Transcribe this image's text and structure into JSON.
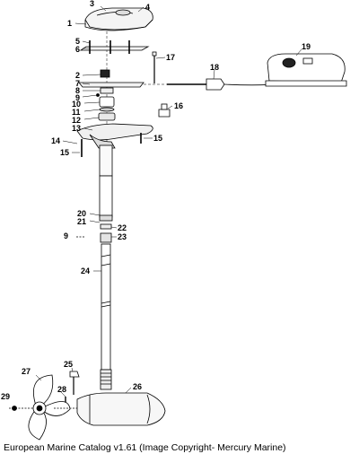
{
  "caption": "European Marine Catalog v1.61 (Image Copyright- Mercury Marine)",
  "callouts": [
    {
      "id": "1",
      "text": "1"
    },
    {
      "id": "3",
      "text": "3"
    },
    {
      "id": "4",
      "text": "4"
    },
    {
      "id": "5",
      "text": "5"
    },
    {
      "id": "6",
      "text": "6"
    },
    {
      "id": "2",
      "text": "2"
    },
    {
      "id": "7",
      "text": "7"
    },
    {
      "id": "8",
      "text": "8"
    },
    {
      "id": "9a",
      "text": "9"
    },
    {
      "id": "10",
      "text": "10"
    },
    {
      "id": "11",
      "text": "11"
    },
    {
      "id": "12",
      "text": "12"
    },
    {
      "id": "13",
      "text": "13"
    },
    {
      "id": "14",
      "text": "14"
    },
    {
      "id": "15a",
      "text": "15"
    },
    {
      "id": "15b",
      "text": "15"
    },
    {
      "id": "16",
      "text": "16"
    },
    {
      "id": "17",
      "text": "17"
    },
    {
      "id": "18",
      "text": "18"
    },
    {
      "id": "19",
      "text": "19"
    },
    {
      "id": "20",
      "text": "20"
    },
    {
      "id": "21",
      "text": "21"
    },
    {
      "id": "22",
      "text": "22"
    },
    {
      "id": "23",
      "text": "23"
    },
    {
      "id": "9b",
      "text": "9"
    },
    {
      "id": "24",
      "text": "24"
    },
    {
      "id": "25",
      "text": "25"
    },
    {
      "id": "26",
      "text": "26"
    },
    {
      "id": "27",
      "text": "27"
    },
    {
      "id": "28",
      "text": "28"
    },
    {
      "id": "29",
      "text": "29"
    }
  ]
}
